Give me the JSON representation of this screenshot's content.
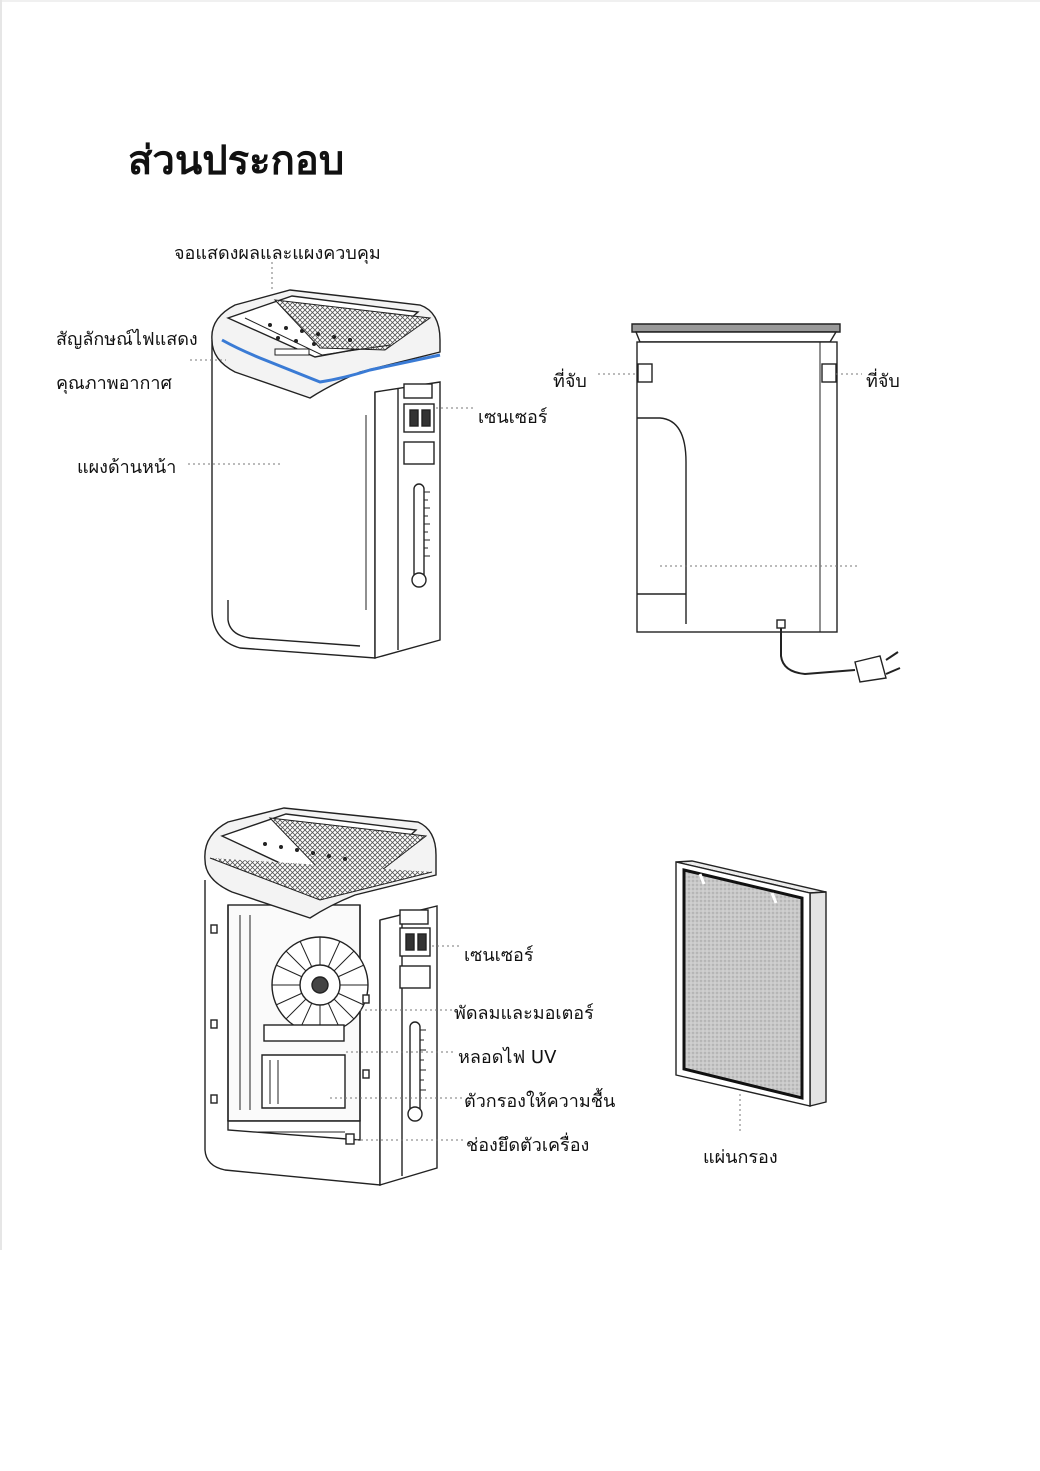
{
  "page": {
    "title": "ส่วนประกอบ"
  },
  "labels": {
    "display_panel": "จอแสดงผลและแผงควบคุม",
    "air_quality_line1": "สัญลักษณ์ไฟแสดง",
    "air_quality_line2": "คุณภาพอากาศ",
    "front_panel": "แผงด้านหน้า",
    "sensor_top": "เซนเซอร์",
    "handle_left": "ที่จับ",
    "handle_right": "ที่จับ",
    "sensor_bottom": "เซนเซอร์",
    "fan_motor": "พัดลมและมอเตอร์",
    "uv_lamp": "หลอดไฟ UV",
    "humidifier_filter": "ตัวกรองให้ความชื้น",
    "mount_slot": "ช่องยึดตัวเครื่อง",
    "filter_sheet": "แผ่นกรอง"
  }
}
